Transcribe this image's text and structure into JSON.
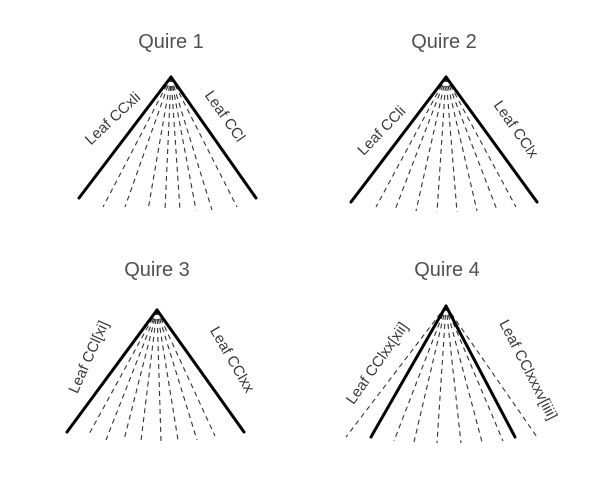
{
  "quires": [
    {
      "title": "Quire 1",
      "left_label": "Leaf CCxli",
      "right_label": "Leaf CCl"
    },
    {
      "title": "Quire 2",
      "left_label": "Leaf CCli",
      "right_label": "Leaf CClx"
    },
    {
      "title": "Quire 3",
      "left_label": "Leaf CCl[xi]",
      "right_label": "Leaf CClxx"
    },
    {
      "title": "Quire 4",
      "left_label": "Leaf CClxx[xii]",
      "right_label": "Leaf CClxxxv[iiii]"
    }
  ]
}
